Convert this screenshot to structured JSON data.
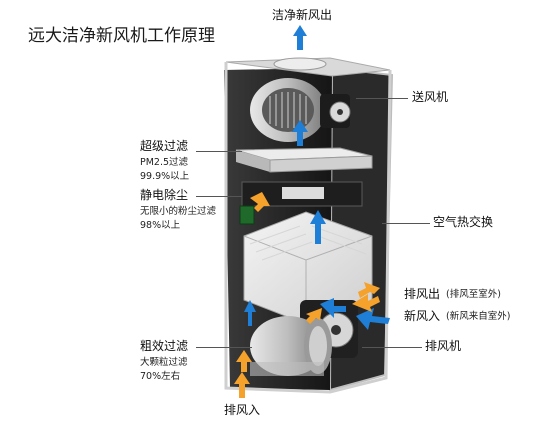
{
  "title": "远大洁净新风机工作原理",
  "labels": {
    "clean_air_out": "洁净新风出",
    "supply_fan": "送风机",
    "super_filter": {
      "heading": "超级过滤",
      "lines": [
        "PM2.5过滤",
        "99.9%以上"
      ]
    },
    "electrostatic": {
      "heading": "静电除尘",
      "lines": [
        "无限小的粉尘过滤",
        "98%以上"
      ]
    },
    "heat_exchange": "空气热交换",
    "exhaust_out": {
      "main": "排风出",
      "note": "(排风至室外)"
    },
    "fresh_in": {
      "main": "新风入",
      "note": "(新风来自室外)"
    },
    "coarse_filter": {
      "heading": "粗效过滤",
      "lines": [
        "大颗粒过滤",
        "70%左右"
      ]
    },
    "exhaust_fan": "排风机",
    "exhaust_in": "排风入"
  },
  "colors": {
    "blue_arrow": "#1f7fd6",
    "orange_arrow": "#f5a22c",
    "cabinet": "#2b2b2b"
  }
}
